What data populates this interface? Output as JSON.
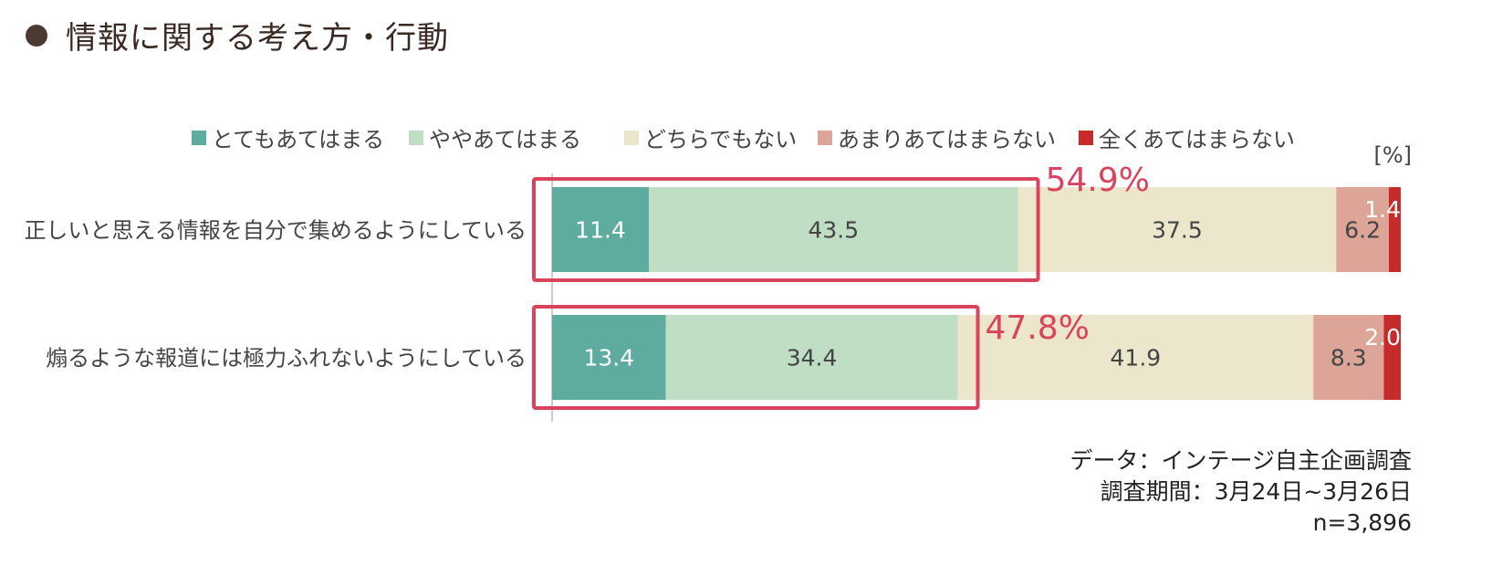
{
  "header": {
    "title": "情報に関する考え方・行動"
  },
  "unit_label": "[%]",
  "footer": {
    "source": "データ：インテージ自主企画調査",
    "period": "調査期間：3月24日~3月26日",
    "sample": "n=3,896"
  },
  "colors": {
    "very_agree": "#5eaba0",
    "somewhat_agree": "#bfdec3",
    "neutral": "#ece6cc",
    "somewhat_disagree": "#dda597",
    "strongly_disagree": "#c62a2a",
    "highlight_box": "#d9435e",
    "highlight_text": "#d9435e"
  },
  "chart_data": {
    "type": "bar",
    "orientation": "horizontal",
    "stacked": true,
    "xlim": [
      0,
      100
    ],
    "categories": [
      "正しいと思える情報を自分で集めるようにしている",
      "煽るような報道には極力ふれないようにしている"
    ],
    "series": [
      {
        "name": "とてもあてはまる",
        "values": [
          11.4,
          13.4
        ]
      },
      {
        "name": "ややあてはまる",
        "values": [
          43.5,
          34.4
        ]
      },
      {
        "name": "どちらでもない",
        "values": [
          37.5,
          41.9
        ]
      },
      {
        "name": "あまりあてはまらない",
        "values": [
          6.2,
          8.3
        ]
      },
      {
        "name": "全くあてはまらない",
        "values": [
          1.4,
          2.0
        ]
      }
    ],
    "value_labels": [
      [
        "11.4",
        "43.5",
        "37.5",
        "6.2",
        "1.4"
      ],
      [
        "13.4",
        "34.4",
        "41.9",
        "8.3",
        "2.0"
      ]
    ],
    "highlights": [
      {
        "row": 0,
        "label": "54.9%",
        "value": 54.9
      },
      {
        "row": 1,
        "label": "47.8%",
        "value": 47.8
      }
    ],
    "legend_position": "top"
  }
}
